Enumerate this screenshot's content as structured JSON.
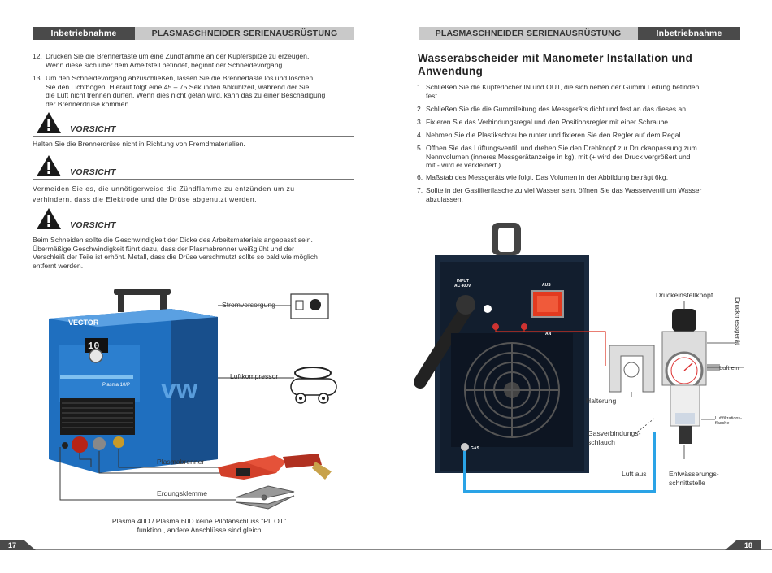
{
  "left_page": {
    "header": {
      "section": "Inbetriebnahme",
      "title": "PLASMASCHNEIDER SERIENAUSRÜSTUNG"
    },
    "steps": [
      {
        "num": "12.",
        "text": "Drücken Sie die Brennertaste um eine Zündflamme an der Kupferspitze zu erzeugen.\n Wenn diese sich über dem Arbeitsteil befindet, beginnt der Schneidevorgang."
      },
      {
        "num": "13.",
        "text": "Um den Schneidevorgang abzuschließen, lassen Sie die Brennertaste los und löschen\n Sie den Lichtbogen. Hierauf folgt eine 45 – 75 Sekunden Abkühlzeit, während der Sie\n die Luft nicht trennen dürfen. Wenn dies nicht getan wird, kann das zu einer Beschädigung\n der Brennerdrüse kommen."
      }
    ],
    "warnings": [
      {
        "title": "VORSICHT",
        "text": "Halten Sie die Brennerdrüse nicht in Richtung von Fremdmaterialien."
      },
      {
        "title": "VORSICHT",
        "text": "Vermeiden Sie es, die unnötigerweise die Zündflamme zu entzünden um zu\nverhindern, dass die Elektrode und die Drüse abgenutzt werden."
      },
      {
        "title": "VORSICHT",
        "text": "Beim Schneiden sollte die Geschwindigkeit der Dicke des Arbeitsmaterials angepasst sein.\nÜbermäßige Geschwindigkeit führt dazu, dass der Plasmabrenner weißglüht und der\nVerschleiß der Teile ist erhöht. Metall, dass die Drüse verschmutzt sollte so bald wie möglich\nentfernt werden."
      }
    ],
    "diagram": {
      "brand": "VECTOR",
      "display_value": "10",
      "model_label": "Plasma 10/P",
      "labels": {
        "power": "Stromversorgung",
        "compressor": "Luftkompressor",
        "torch": "Plasmabrenner",
        "clamp": "Erdungsklemme"
      }
    },
    "caption": "Plasma 40D / Plasma 60D keine Pilotanschluss \"PILOT\"\nfunktion , andere Anschlüsse sind gleich",
    "page_number": "17"
  },
  "right_page": {
    "header": {
      "title": "PLASMASCHNEIDER SERIENAUSRÜSTUNG",
      "section": "Inbetriebnahme"
    },
    "heading": "Wasserabscheider mit Manometer Installation und\nAnwendung",
    "steps": [
      {
        "num": "1.",
        "text": "Schließen Sie die Kupferlöcher IN und OUT, die sich neben der Gummi Leitung befinden\n fest."
      },
      {
        "num": "2.",
        "text": "Schließen Sie die die Gummileitung des Messgeräts dicht und fest an das dieses an."
      },
      {
        "num": "3.",
        "text": "Fixieren Sie das Verbindungsregal und den Positionsregler mit einer Schraube."
      },
      {
        "num": "4.",
        "text": "Nehmen Sie die Plastikschraube runter und fixieren Sie den Regler auf dem Regal."
      },
      {
        "num": "5.",
        "text": "Öffnen Sie das Lüftungsventil, und drehen Sie den Drehknopf zur Druckanpassung zum\n Nennvolumen (inneres Messgerätanzeige in kg), mit (+ wird der Druck vergrößert und\n mit - wird er verkleinert.)"
      },
      {
        "num": "6.",
        "text": "Maßstab des Messgeräts wie folgt. Das Volumen in der Abbildung beträgt 6kg."
      },
      {
        "num": "7.",
        "text": "Sollte in der Gasfilterflasche zu viel Wasser sein, öffnen Sie das Wasserventil um Wasser\n abzulassen."
      }
    ],
    "diagram": {
      "panel_input": "INPUT\nAC 400V",
      "panel_switch": "AUS",
      "panel_an": "AN",
      "panel_gas": "GAS",
      "labels": {
        "knob": "Druckeinstellknopf",
        "gauge": "Druckmessgerät",
        "air_in": "Luft ein",
        "bracket": "Halterung",
        "filter": "Luftfiltrations-\nflasche",
        "hose": "Gasverbindungs-\nschlauch",
        "air_out": "Luft aus",
        "drain": "Entwässerungs-\nschnittstelle"
      }
    },
    "page_number": "18"
  },
  "colors": {
    "header_dark": "#4a4a4a",
    "header_light": "#c9c9c9",
    "machine_blue": "#1f6fbf",
    "hose_blue": "#2aa3e6",
    "switch_red": "#e33a1f"
  }
}
